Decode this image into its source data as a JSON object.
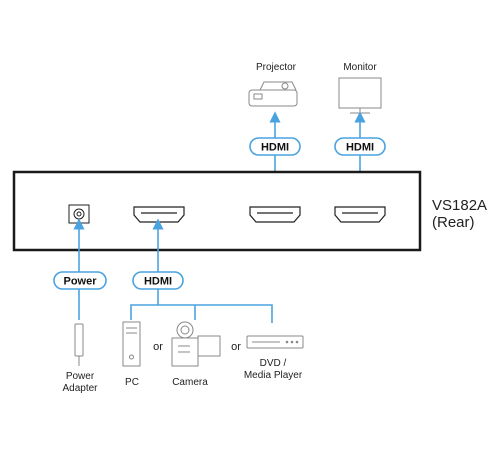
{
  "device": {
    "model": "VS182A",
    "view": "(Rear)"
  },
  "cable_labels": {
    "hdmi_projector": "HDMI",
    "hdmi_monitor": "HDMI",
    "power": "Power",
    "hdmi_input": "HDMI"
  },
  "outputs": {
    "projector": "Projector",
    "monitor": "Monitor"
  },
  "power_source": {
    "line1": "Power",
    "line2": "Adapter"
  },
  "sources": {
    "pc": "PC",
    "camera": "Camera",
    "dvd_line1": "DVD /",
    "dvd_line2": "Media Player",
    "or1": "or",
    "or2": "or"
  },
  "colors": {
    "cable": "#4aa3df",
    "pill_border": "#4aa3df",
    "device_outline": "#1a1a1a",
    "icon_gray": "#888888"
  }
}
